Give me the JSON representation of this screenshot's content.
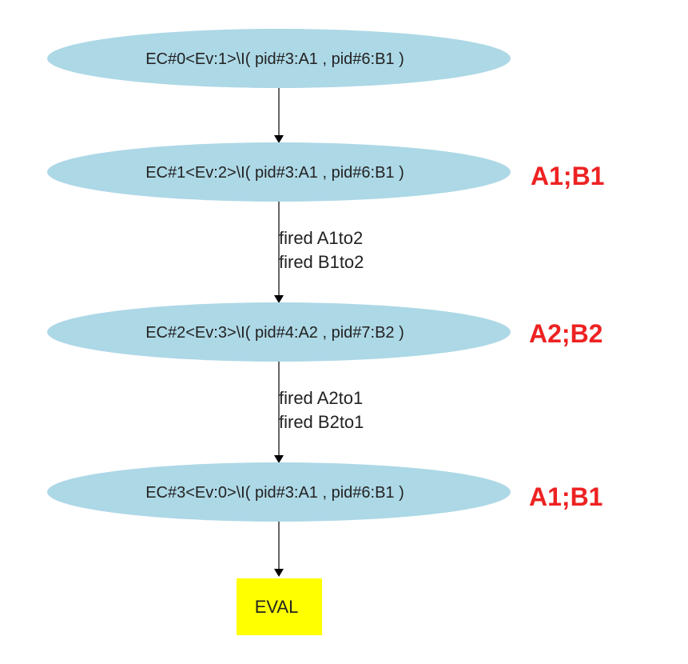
{
  "colors": {
    "node_fill": "#add8e6",
    "eval_fill": "#ffff00",
    "annotation": "#ee2222",
    "edge": "#000000"
  },
  "nodes": [
    {
      "label": "EC#0<Ev:1>\\I( pid#3:A1 , pid#6:B1 )",
      "annotation": ""
    },
    {
      "label": "EC#1<Ev:2>\\I( pid#3:A1 , pid#6:B1 )",
      "annotation": "A1;B1"
    },
    {
      "label": "EC#2<Ev:3>\\I( pid#4:A2 , pid#7:B2 )",
      "annotation": "A2;B2"
    },
    {
      "label": "EC#3<Ev:0>\\I( pid#3:A1 , pid#6:B1 )",
      "annotation": "A1;B1"
    }
  ],
  "edges": [
    {
      "lines": []
    },
    {
      "lines": [
        "fired A1to2",
        "fired B1to2"
      ]
    },
    {
      "lines": [
        "fired A2to1",
        "fired B2to1"
      ]
    },
    {
      "lines": []
    }
  ],
  "eval_node": {
    "label": "EVAL"
  }
}
